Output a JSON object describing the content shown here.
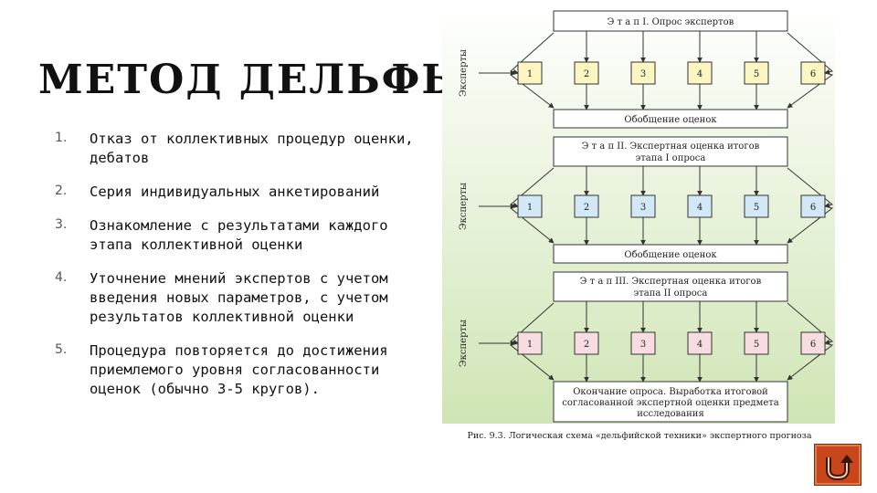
{
  "title": "МЕТОД ДЕЛЬФЫ",
  "list": [
    {
      "num": "1.",
      "text": "Отказ от коллективных процедур оценки, дебатов"
    },
    {
      "num": "2.",
      "text": "Серия индивидуальных анкетирований"
    },
    {
      "num": "3.",
      "text": "Ознакомление с результатами каждого этапа коллективной оценки"
    },
    {
      "num": "4.",
      "text": "Уточнение мнений экспертов с учетом введения новых параметров, с учетом результатов коллективной оценки"
    },
    {
      "num": "5.",
      "text": "Процедура повторяется до достижения приемлемого уровня согласованности оценок (обычно 3-5 кругов)."
    }
  ],
  "diagram": {
    "stage1_title": "Э т а п  I. Опрос экспертов",
    "stage2_title_line1": "Э т а п  II. Экспертная оценка итогов",
    "stage2_title_line2": "этапа I опроса",
    "stage3_title_line1": "Э т а п  III. Экспертная оценка итогов",
    "stage3_title_line2": "этапа II опроса",
    "summary1": "Обобщение оценок",
    "summary2": "Обобщение оценок",
    "final_line1": "Окончание опроса. Выработка итоговой",
    "final_line2": "согласованной экспертной оценки предмета",
    "final_line3": "исследования",
    "experts_label": "Эксперты",
    "experts": [
      "1",
      "2",
      "3",
      "4",
      "5",
      "6"
    ],
    "caption": "Рис. 9.3. Логическая схема «дельфийской техники» экспертного прогноза",
    "colors": {
      "background_top": "#ffffff",
      "background_bottom": "#cfe5b4",
      "row1_box": "#fbf6c2",
      "row2_box": "#d2e8f6",
      "row3_box": "#f7dde2",
      "line": "#333333"
    }
  },
  "nav": {
    "back_icon": "return-arrow-icon",
    "color": "#c8461c"
  }
}
